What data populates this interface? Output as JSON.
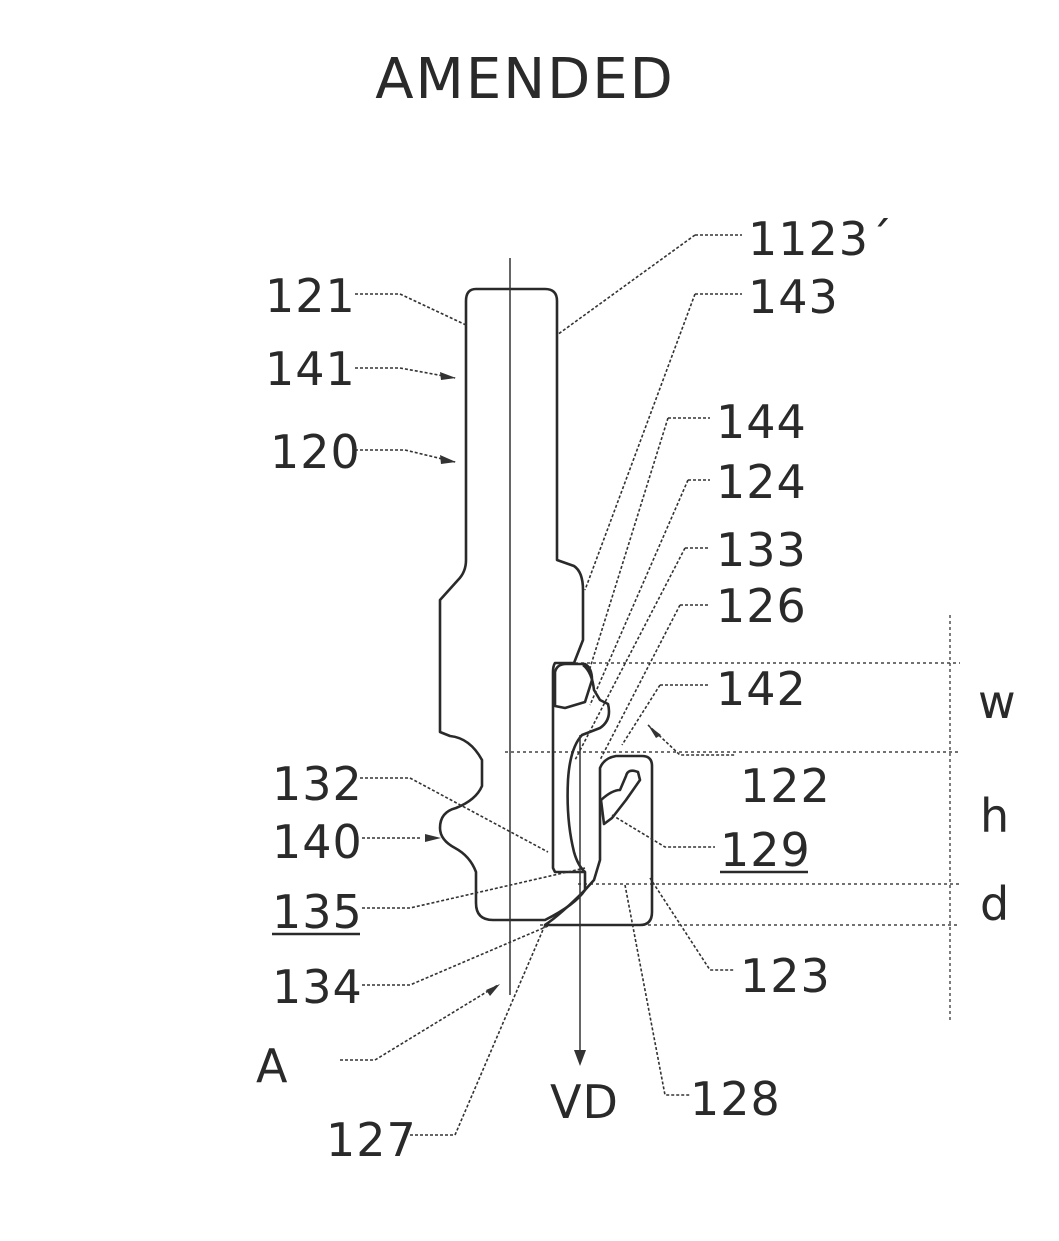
{
  "title": "AMENDED",
  "labels": {
    "l1123p": "1123´",
    "l121": "121",
    "l143": "143",
    "l141": "141",
    "l120": "120",
    "l144": "144",
    "l124": "124",
    "l133": "133",
    "l126": "126",
    "l142": "142",
    "l122": "122",
    "l132": "132",
    "l140": "140",
    "l129": "129",
    "l135": "135",
    "l134": "134",
    "l123": "123",
    "lA": "A",
    "lVD": "VD",
    "l128": "128",
    "l127": "127",
    "lw": "w",
    "lh": "h",
    "ld": "d"
  }
}
